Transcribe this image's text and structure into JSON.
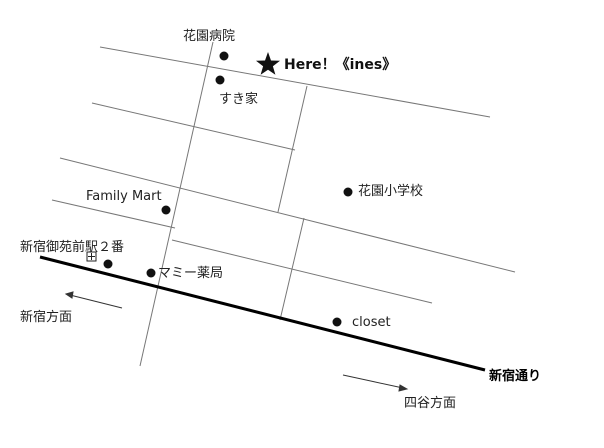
{
  "labels": {
    "kaen_hospital": "花園病院",
    "here": "Here！《ines》",
    "sukiya": "すき家",
    "family_mart": "Family Mart",
    "kaen_elementary": "花園小学校",
    "station_exit": "新宿御苑前駅２番",
    "mamy_pharmacy": "マミー薬局",
    "closet": "closet",
    "shinjuku_direction": "新宿方面",
    "yotsuya_direction": "四谷方面",
    "shinjuku_dori": "新宿通り"
  }
}
